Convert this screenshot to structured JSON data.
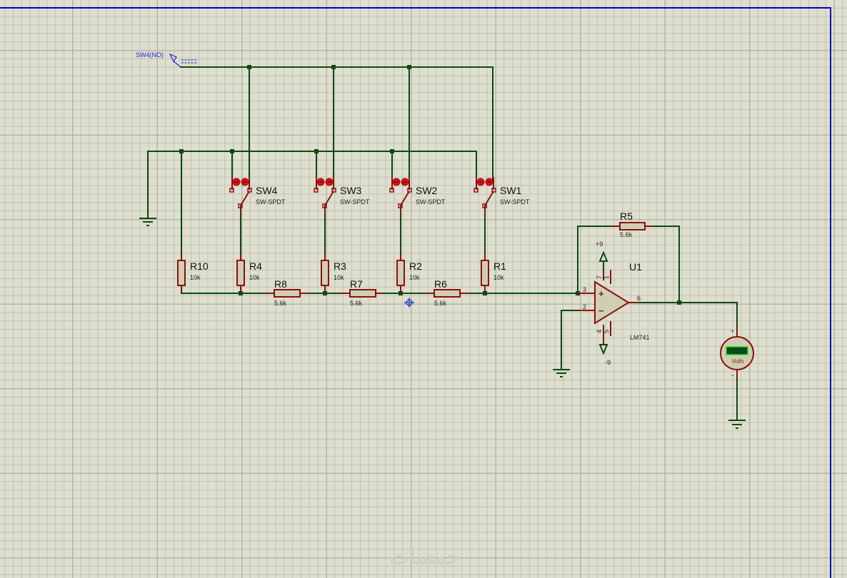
{
  "schematic": {
    "title": "4-bit R-2R ladder DAC with LM741 output stage",
    "colors": {
      "background": "#dfdfd0",
      "grid_minor": "#c2c2b2",
      "grid_major": "#b6b6a6",
      "wire": "#0b4a10",
      "component_outline": "#8c1010",
      "component_fill": "#cfcfb4",
      "sheet_border": "#0000c0",
      "probe_label": "#1a2acc",
      "meter_display": "#0b4a1a",
      "meter_display_border": "#22dd22"
    },
    "probe": {
      "label": "SW4(NO)",
      "icon": "probe-arrow-icon"
    },
    "switches": [
      {
        "ref": "SW4",
        "type": "SW-SPDT"
      },
      {
        "ref": "SW3",
        "type": "SW-SPDT"
      },
      {
        "ref": "SW2",
        "type": "SW-SPDT"
      },
      {
        "ref": "SW1",
        "type": "SW-SPDT"
      }
    ],
    "resistors": {
      "R10": {
        "ref": "R10",
        "value": "10k"
      },
      "R4": {
        "ref": "R4",
        "value": "10k"
      },
      "R3": {
        "ref": "R3",
        "value": "10k"
      },
      "R2": {
        "ref": "R2",
        "value": "10k"
      },
      "R1": {
        "ref": "R1",
        "value": "10k"
      },
      "R8": {
        "ref": "R8",
        "value": "5.6k"
      },
      "R7": {
        "ref": "R7",
        "value": "5.6k"
      },
      "R6": {
        "ref": "R6",
        "value": "5.6k"
      },
      "R5": {
        "ref": "R5",
        "value": "5.6k"
      }
    },
    "opamp": {
      "ref": "U1",
      "part": "LM741",
      "pins": {
        "noninv": "3",
        "inv": "2",
        "out": "6",
        "vplus": "7",
        "offset1": "1",
        "vminus": "4",
        "offset2": "5"
      },
      "plus_symbol": "+",
      "minus_symbol": "−"
    },
    "supplies": {
      "positive": "+9",
      "negative": "-9"
    },
    "voltmeter": {
      "label": "Volts",
      "plus": "+",
      "minus": "−",
      "display": ""
    },
    "watermark": "خمسات"
  }
}
